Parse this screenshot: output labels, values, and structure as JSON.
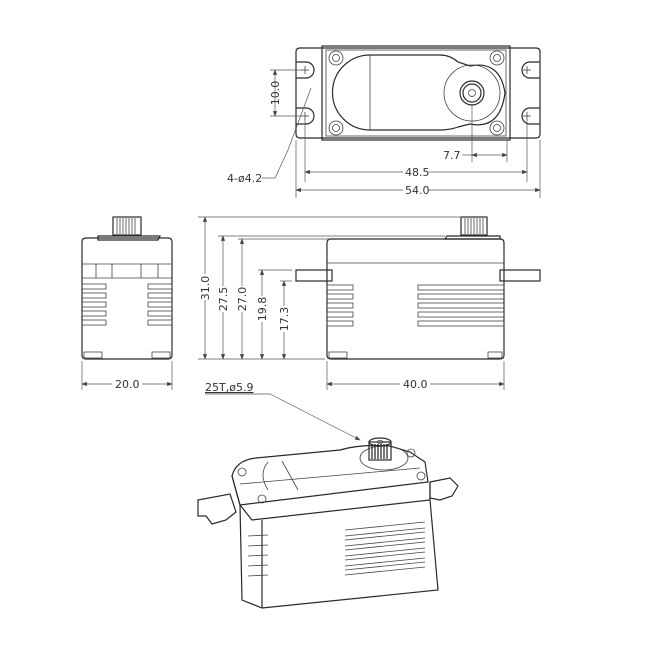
{
  "drawing": {
    "subject": "Low-profile servo dimensional drawing",
    "top_view": {
      "dimensions": {
        "hole_spacing_vertical": "10.0",
        "hole_callout": "4-ø4.2",
        "output_shaft_offset": "7.7",
        "hole_spacing_horizontal": "48.5",
        "overall_length_with_tabs": "54.0"
      }
    },
    "side_view": {
      "dimensions": {
        "width": "20.0"
      }
    },
    "front_view": {
      "dimensions": {
        "total_height": "31.0",
        "height_to_top_cover": "27.5",
        "case_height": "27.0",
        "height_to_tab_top": "19.8",
        "height_to_tab_bottom": "17.3",
        "case_length": "40.0"
      }
    },
    "iso_view": {
      "spline_callout": "25T,ø5.9"
    },
    "colors": {
      "line": "#2a2a2a",
      "dimension_line": "#555555",
      "background": "#ffffff"
    }
  }
}
